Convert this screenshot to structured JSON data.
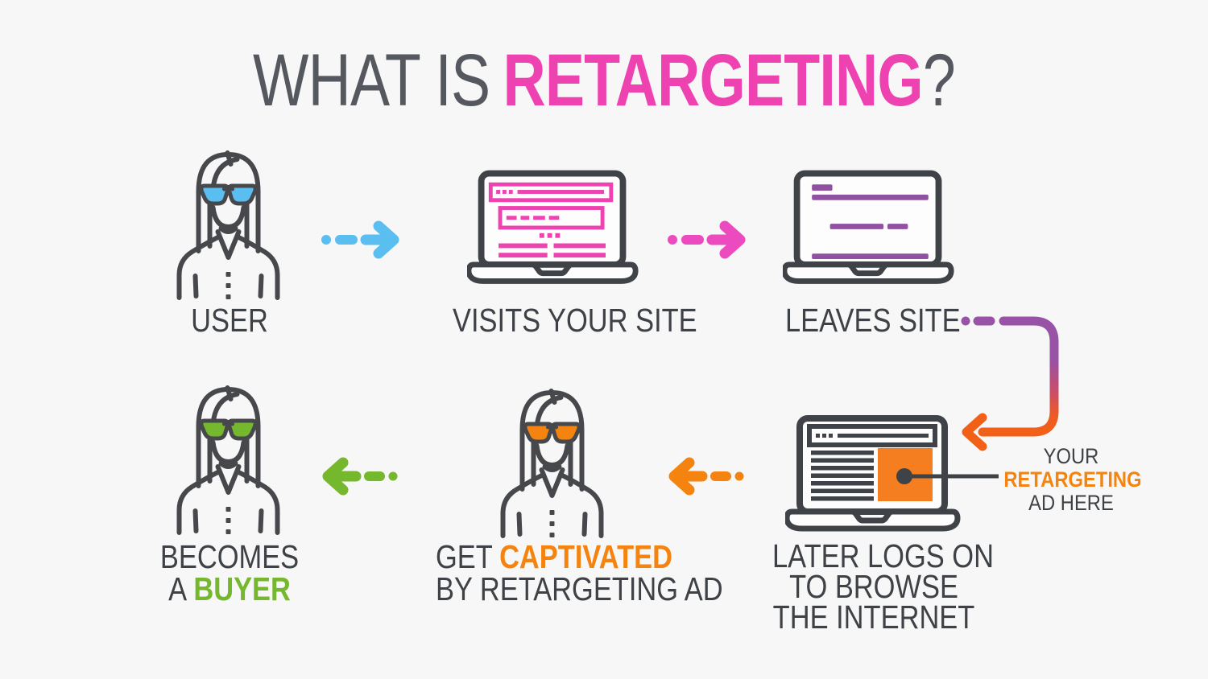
{
  "title": {
    "prefix": "WHAT IS",
    "highlight": "RETARGETING",
    "suffix": "?"
  },
  "flow": {
    "steps": {
      "user": {
        "label": "USER",
        "icon": "person-blue-sunglasses-icon"
      },
      "visits": {
        "label": "VISITS YOUR SITE",
        "icon": "laptop-pink-website-icon"
      },
      "leaves": {
        "label": "LEAVES SITE",
        "icon": "laptop-purple-website-icon"
      },
      "later": {
        "label_line1": "LATER LOGS ON",
        "label_line2": "TO BROWSE",
        "label_line3": "THE INTERNET",
        "icon": "laptop-retargeting-ad-icon"
      },
      "captivated": {
        "label_pre": "GET",
        "label_highlight": "CAPTIVATED",
        "label_line2": "BY RETARGETING AD",
        "icon": "person-orange-sunglasses-icon"
      },
      "buyer": {
        "label_line1": "BECOMES",
        "label_pre": "A",
        "label_highlight": "BUYER",
        "icon": "person-green-sunglasses-icon"
      }
    },
    "arrows": {
      "user_to_visits": {
        "icon": "blue-dashed-arrow-right-icon",
        "color": "#5bbef0"
      },
      "visits_to_leaves": {
        "icon": "pink-dashed-arrow-right-icon",
        "color": "#ec4bc0"
      },
      "leaves_to_later": {
        "icon": "gradient-curved-arrow-down-left-icon",
        "gradient_from": "#9852a6",
        "gradient_to": "#f26018"
      },
      "later_to_captivated": {
        "icon": "orange-dashed-arrow-left-icon",
        "color": "#f5830f"
      },
      "captivated_to_buyer": {
        "icon": "green-dashed-arrow-left-icon",
        "color": "#76b82d"
      }
    }
  },
  "callout": {
    "line1": "YOUR",
    "line2": "RETARGETING",
    "line3": "AD HERE"
  },
  "colors": {
    "background": "#f7f7f7",
    "text_dark": "#3e4145",
    "pink": "#ee42b1",
    "blue": "#5bbef0",
    "purple": "#9051a0",
    "orange": "#f5830f",
    "ad_square_orange": "#f57e20",
    "green": "#76b82d"
  }
}
